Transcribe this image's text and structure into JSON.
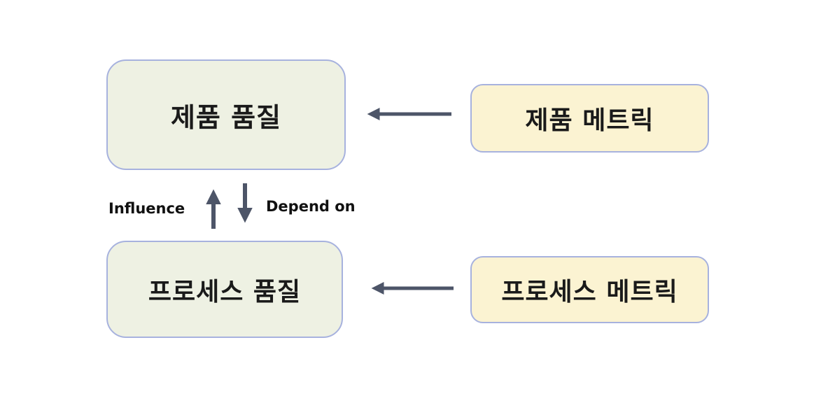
{
  "diagram": {
    "nodes": {
      "product_quality": {
        "label": "제품 품질"
      },
      "product_metrics": {
        "label": "제품 메트릭"
      },
      "process_quality": {
        "label": "프로세스 품질"
      },
      "process_metrics": {
        "label": "프로세스 메트릭"
      }
    },
    "edge_labels": {
      "influence": "Influence",
      "depend_on": "Depend on"
    },
    "edges": [
      {
        "from": "product_metrics",
        "to": "product_quality",
        "direction": "left"
      },
      {
        "from": "process_metrics",
        "to": "process_quality",
        "direction": "left"
      },
      {
        "from": "process_quality",
        "to": "product_quality",
        "direction": "up",
        "label": "Influence"
      },
      {
        "from": "product_quality",
        "to": "process_quality",
        "direction": "down",
        "label": "Depend on"
      }
    ],
    "colors": {
      "quality_fill": "#eef1e3",
      "metrics_fill": "#fbf3d2",
      "node_border": "#a7b2de",
      "arrow": "#4d5568",
      "label_text": "#111111"
    }
  }
}
